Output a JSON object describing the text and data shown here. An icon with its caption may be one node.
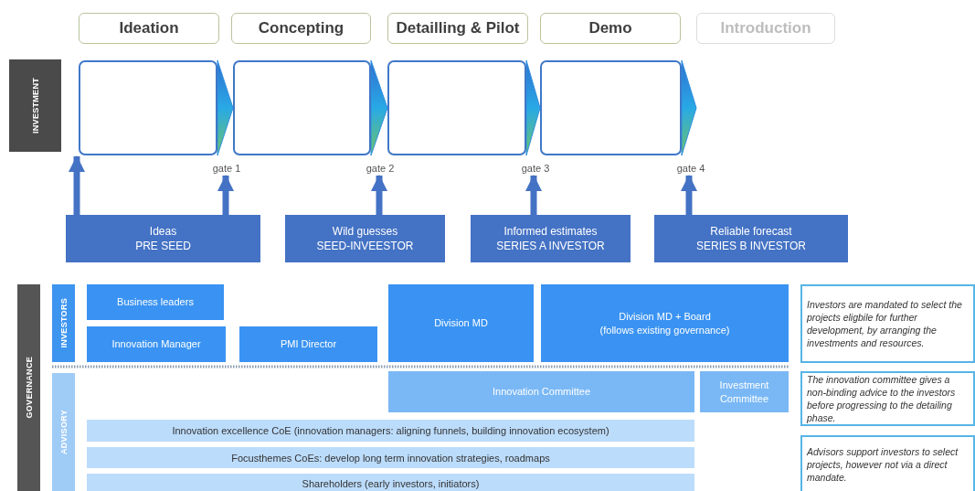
{
  "diagram": {
    "nodes": [
      {
        "text": [
          "Ideation"
        ]
      },
      {
        "text": [
          "Concepting"
        ]
      },
      {
        "text": [
          "Detailling & Pilot"
        ]
      },
      {
        "text": [
          "Demo"
        ]
      },
      {
        "text": [
          "Introduction"
        ]
      },
      {
        "text": [
          "INVESTMENT"
        ]
      },
      {
        "text": [],
        "shape": "box"
      },
      {
        "text": [],
        "shape": "box"
      },
      {
        "text": [],
        "shape": "box"
      },
      {
        "text": [],
        "shape": "box"
      },
      {
        "text": [
          "gate 1"
        ]
      },
      {
        "text": [
          "gate 2"
        ]
      },
      {
        "text": [
          "gate 3"
        ]
      },
      {
        "text": [
          "gate 4"
        ]
      },
      {
        "text": [
          "Ideas",
          "PRE SEED"
        ]
      },
      {
        "text": [
          "Wild guesses",
          "SEED-INVEESTOR"
        ]
      },
      {
        "text": [
          "Informed estimates",
          "SERIES A INVESTOR"
        ]
      },
      {
        "text": [
          "Reliable forecast",
          "SERIES B INVESTOR"
        ]
      },
      {
        "text": [
          "GOVERNANCE"
        ]
      },
      {
        "text": [
          "INVESTORS"
        ]
      },
      {
        "text": [
          "Business leaders"
        ]
      },
      {
        "text": [
          "Innovation Manager"
        ]
      },
      {
        "text": [
          "PMI Director"
        ]
      },
      {
        "text": [
          "Division MD"
        ]
      },
      {
        "text": [
          "Division MD + Board",
          "(follows existing governance)"
        ]
      },
      {
        "text": [
          "ADVISORY"
        ]
      },
      {
        "text": [
          "Innovation Committee"
        ]
      },
      {
        "text": [
          "Investment Committee"
        ]
      },
      {
        "text": [
          "Innovation excellence CoE (innovation managers: aligning funnels, building innovation ecosystem)"
        ]
      },
      {
        "text": [
          "Focusthemes CoEs: develop long term innovation strategies, roadmaps"
        ]
      },
      {
        "text": [
          "Shareholders (early investors, initiators)"
        ]
      },
      {
        "text": [
          "Investors are mandated to select the projects eligbile for further development, by arranging the investments and resources."
        ]
      },
      {
        "text": [
          "The innovation committee gives a non-binding advice to the investors before progressing to the detailing phase."
        ]
      },
      {
        "text": [
          "Advisors support investors to select projects, however not via a direct mandate."
        ]
      }
    ],
    "edges": [
      {
        "from": 6,
        "to": 7,
        "arrow": "to"
      },
      {
        "from": 7,
        "to": 8,
        "arrow": "to"
      },
      {
        "from": 8,
        "to": 9,
        "arrow": "to"
      },
      {
        "from": 9,
        "to": null,
        "arrow": "to"
      },
      {
        "from": 14,
        "to": 6,
        "arrow": "to"
      },
      {
        "from": 14,
        "to": 10,
        "arrow": "to"
      },
      {
        "from": 15,
        "to": 11,
        "arrow": "to"
      },
      {
        "from": 16,
        "to": 12,
        "arrow": "to"
      },
      {
        "from": 17,
        "to": 13,
        "arrow": "to"
      }
    ]
  }
}
